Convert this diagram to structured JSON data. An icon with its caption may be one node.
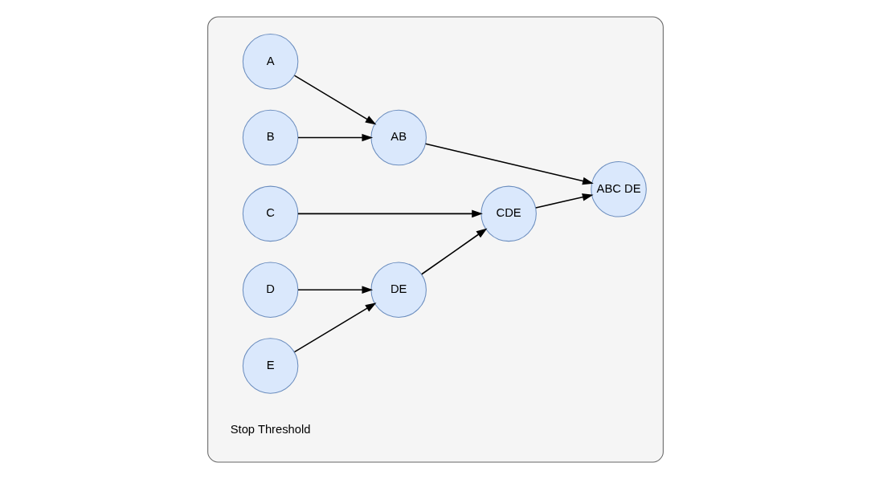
{
  "diagram": {
    "nodes": [
      {
        "text": [],
        "shape": "box"
      },
      {
        "text": [
          "A"
        ],
        "in": 0
      },
      {
        "text": [
          "B"
        ],
        "in": 0
      },
      {
        "text": [
          "AB"
        ],
        "in": 0
      },
      {
        "text": [
          "ABC DE"
        ],
        "in": 0
      },
      {
        "text": [
          "C"
        ],
        "in": 0
      },
      {
        "text": [
          "CDE"
        ],
        "in": 0
      },
      {
        "text": [
          "D"
        ],
        "in": 0
      },
      {
        "text": [
          "DE"
        ],
        "in": 0
      },
      {
        "text": [
          "E"
        ],
        "in": 0
      }
    ],
    "edges": [
      {
        "from": 1,
        "to": 3,
        "arrow": "to"
      },
      {
        "from": 2,
        "to": 3,
        "arrow": "to"
      },
      {
        "from": 3,
        "to": 4,
        "arrow": "to"
      },
      {
        "from": 5,
        "to": 6,
        "arrow": "to"
      },
      {
        "from": 6,
        "to": 4,
        "arrow": "to"
      },
      {
        "from": 7,
        "to": 8,
        "arrow": "to"
      },
      {
        "from": 9,
        "to": 8,
        "arrow": "to"
      },
      {
        "from": 8,
        "to": 6,
        "arrow": "to"
      }
    ],
    "labels": [
      "Stop Threshold"
    ]
  }
}
